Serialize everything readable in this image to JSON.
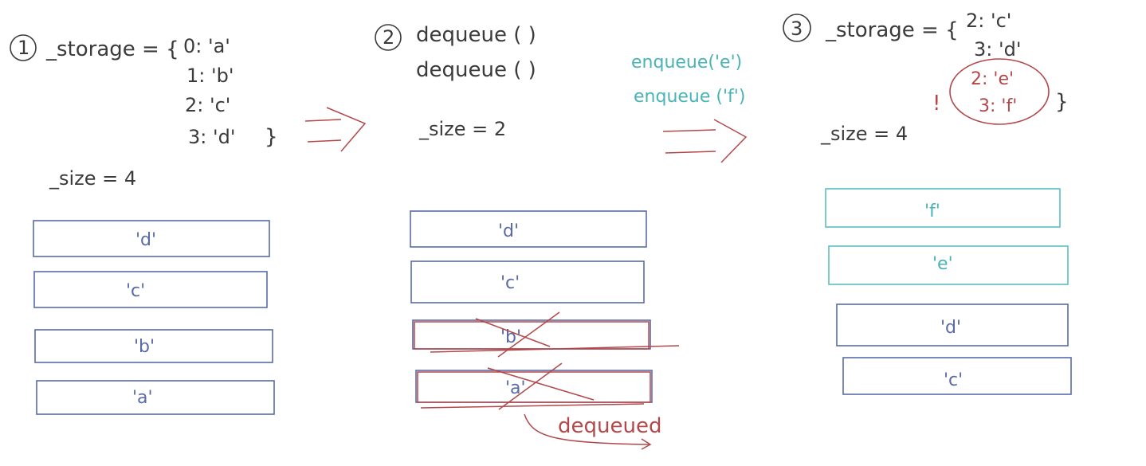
{
  "step1": {
    "number": "1",
    "storage_label": "_storage = {",
    "entries": [
      "0: 'a'",
      "1: 'b'",
      "2: 'c'",
      "3: 'd'"
    ],
    "close_brace": "}",
    "size_label": "_size = 4",
    "stack": [
      "'d'",
      "'c'",
      "'b'",
      "'a'"
    ]
  },
  "step2": {
    "number": "2",
    "ops": [
      "dequeue ( )",
      "dequeue ( )"
    ],
    "size_label": "_size = 2",
    "stack": [
      "'d'",
      "'c'",
      "'b'",
      "'a'"
    ],
    "dequeued_label": "dequeued"
  },
  "transition": {
    "ops": [
      "enqueue('e')",
      "enqueue ('f')"
    ]
  },
  "step3": {
    "number": "3",
    "storage_label": "_storage = {",
    "entries": [
      "2: 'c'",
      "3: 'd'"
    ],
    "new_entries": [
      "2: 'e'",
      "3: 'f'"
    ],
    "bang": "!",
    "close_brace": "}",
    "size_label": "_size = 4",
    "stack": [
      "'f'",
      "'e'",
      "'d'",
      "'c'"
    ]
  },
  "colors": {
    "ink": "#3b3b3b",
    "stack_blue": "#5a6aa8",
    "teal": "#4ab3b7",
    "red": "#b3484a"
  }
}
